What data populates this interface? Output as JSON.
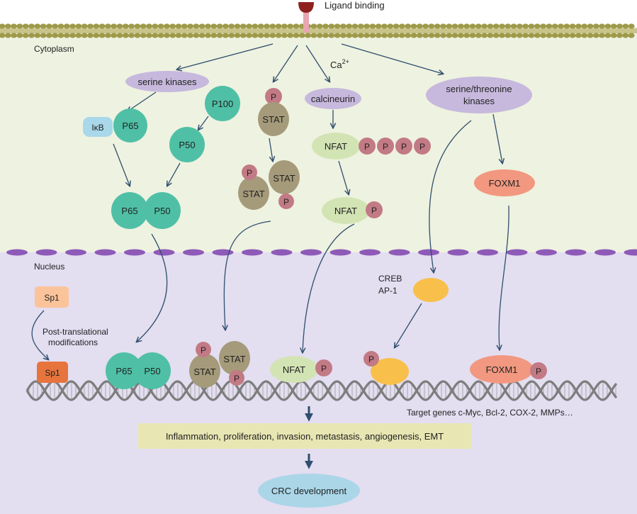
{
  "regions": {
    "ligand": "Ligand binding",
    "cytoplasm": "Cytoplasm",
    "nucleus": "Nucleus"
  },
  "labels": {
    "serine_kinases": "serine kinases",
    "ikb": "IκB",
    "p65": "P65",
    "p50": "P50",
    "p100": "P100",
    "stat": "STAT",
    "p": "P",
    "ca": "Ca",
    "ca_charge": "2+",
    "calcineurin": "calcineurin",
    "nfat": "NFAT",
    "st_kinases_line1": "serine/threonine",
    "st_kinases_line2": "kinases",
    "foxm1": "FOXM1",
    "creb": "CREB",
    "ap1": "AP-1",
    "sp1": "Sp1",
    "ptm_line1": "Post-translational",
    "ptm_line2": "modifications",
    "target_genes": "Target genes  c-Myc, Bcl-2, COX-2, MMPs…",
    "outcomes": "Inflammation, proliferation, invasion,  metastasis, angiogenesis, EMT",
    "crc": "CRC development"
  },
  "colors": {
    "cytoplasm_bg": "#eef2e0",
    "nucleus_bg": "#e3def0",
    "membrane_bead": "#9e9a4a",
    "nuclear_pore": "#8e5ab8",
    "ligand": "#8f2020",
    "receptor": "#e7a6b0",
    "kinase": "#c7b9dd",
    "p65_p50": "#4fc0a6",
    "ikb": "#a8d8ea",
    "stat": "#a59a7a",
    "phospho": "#c27a85",
    "nfat": "#d3e4b4",
    "foxm1": "#f29880",
    "creb": "#f8c04a",
    "sp1_light": "#fbc39a",
    "sp1_dark": "#e7743d",
    "dna": "#7d7d7d",
    "outcome_box": "#e8e6b3",
    "crc": "#aad6e8",
    "arrow": "#2f4f6e"
  }
}
